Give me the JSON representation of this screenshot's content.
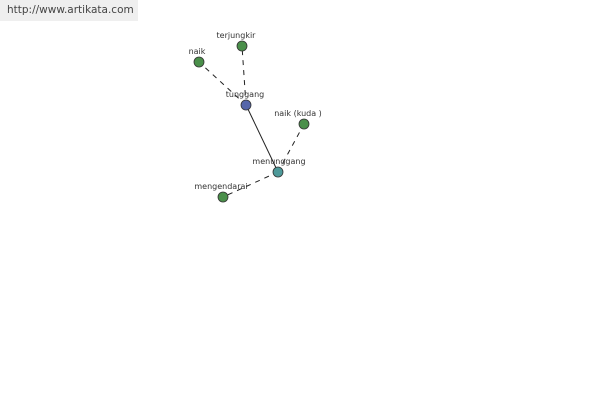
{
  "source": {
    "url_text": "http://www.artikata.com"
  },
  "colors": {
    "root_node": "#5566aa",
    "hub_node": "#4e9a9a",
    "leaf_node": "#4a8f4a",
    "edge": "#222222",
    "node_stroke": "#333333"
  },
  "graph": {
    "nodes": [
      {
        "id": "tunggang",
        "label": "tunggang",
        "kind": "root"
      },
      {
        "id": "menunggang",
        "label": "menunggang",
        "kind": "hub"
      },
      {
        "id": "terjungkir",
        "label": "terjungkir",
        "kind": "leaf"
      },
      {
        "id": "naik",
        "label": "naik",
        "kind": "leaf"
      },
      {
        "id": "naik-kuda",
        "label": "naik (kuda )",
        "kind": "leaf"
      },
      {
        "id": "mengendarai",
        "label": "mengendarai",
        "kind": "leaf"
      }
    ],
    "edges": [
      {
        "from": "tunggang",
        "to": "menunggang",
        "style": "solid"
      },
      {
        "from": "tunggang",
        "to": "terjungkir",
        "style": "dashed"
      },
      {
        "from": "tunggang",
        "to": "naik",
        "style": "dashed"
      },
      {
        "from": "menunggang",
        "to": "naik-kuda",
        "style": "dashed"
      },
      {
        "from": "menunggang",
        "to": "mengendarai",
        "style": "dashed"
      }
    ]
  }
}
